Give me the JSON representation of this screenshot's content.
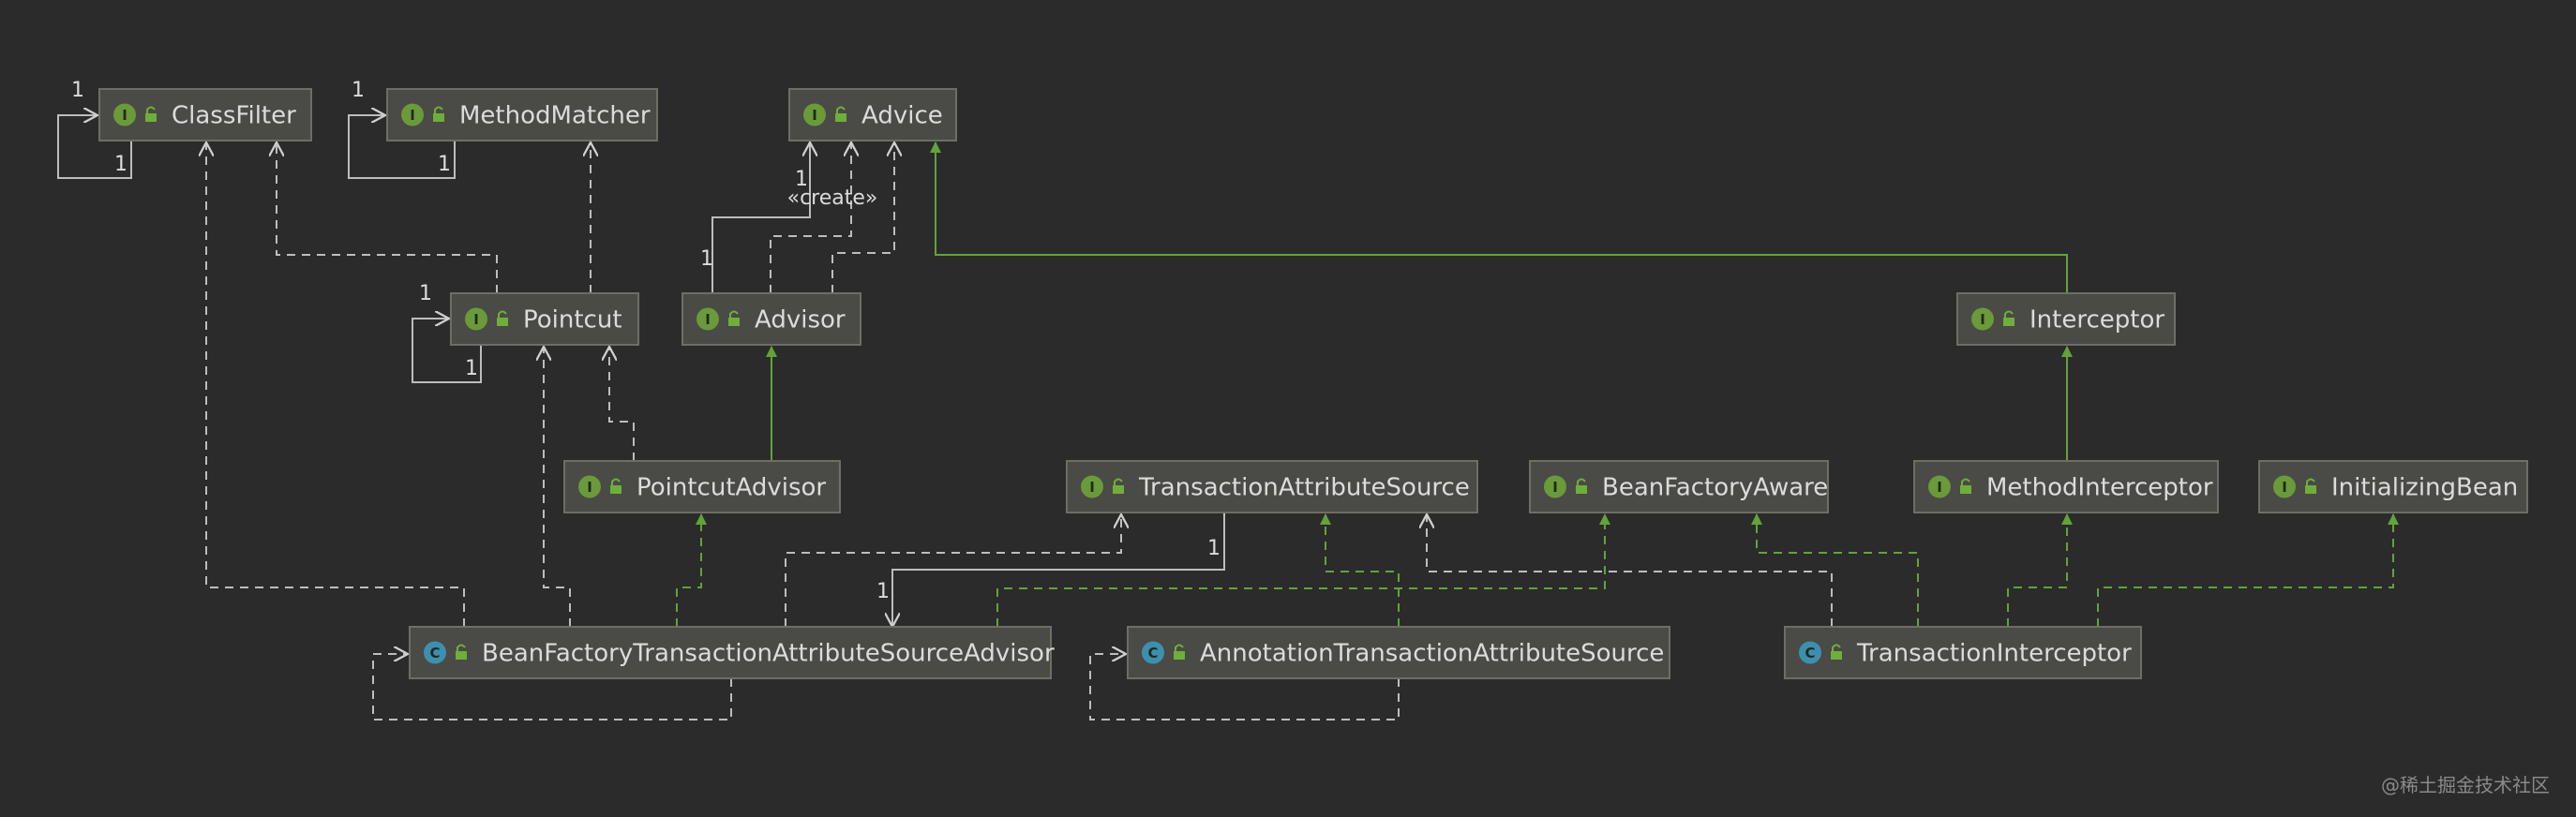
{
  "nodes": [
    {
      "id": "ClassFilter",
      "label": "ClassFilter",
      "kind": "I"
    },
    {
      "id": "MethodMatcher",
      "label": "MethodMatcher",
      "kind": "I"
    },
    {
      "id": "Advice",
      "label": "Advice",
      "kind": "I"
    },
    {
      "id": "Pointcut",
      "label": "Pointcut",
      "kind": "I"
    },
    {
      "id": "Advisor",
      "label": "Advisor",
      "kind": "I"
    },
    {
      "id": "Interceptor",
      "label": "Interceptor",
      "kind": "I"
    },
    {
      "id": "PointcutAdvisor",
      "label": "PointcutAdvisor",
      "kind": "I"
    },
    {
      "id": "TransactionAttributeSource",
      "label": "TransactionAttributeSource",
      "kind": "I"
    },
    {
      "id": "BeanFactoryAware",
      "label": "BeanFactoryAware",
      "kind": "I"
    },
    {
      "id": "MethodInterceptor",
      "label": "MethodInterceptor",
      "kind": "I"
    },
    {
      "id": "InitializingBean",
      "label": "InitializingBean",
      "kind": "I"
    },
    {
      "id": "BeanFactoryTransactionAttributeSourceAdvisor",
      "label": "BeanFactoryTransactionAttributeSourceAdvisor",
      "kind": "C"
    },
    {
      "id": "AnnotationTransactionAttributeSource",
      "label": "AnnotationTransactionAttributeSource",
      "kind": "C"
    },
    {
      "id": "TransactionInterceptor",
      "label": "TransactionInterceptor",
      "kind": "C"
    }
  ],
  "edge_labels": {
    "create": "«create»",
    "one": "1"
  },
  "watermark": "@稀土掘金技术社区",
  "colors": {
    "interface_badge": "#6a9a3a",
    "class_badge": "#3d8fb0",
    "lock_icon": "#6fae3a",
    "inheritance": "#62a33a",
    "dependency": "#bdbdbd",
    "node_fill": "#4a4a46",
    "background": "#2b2b2b"
  }
}
